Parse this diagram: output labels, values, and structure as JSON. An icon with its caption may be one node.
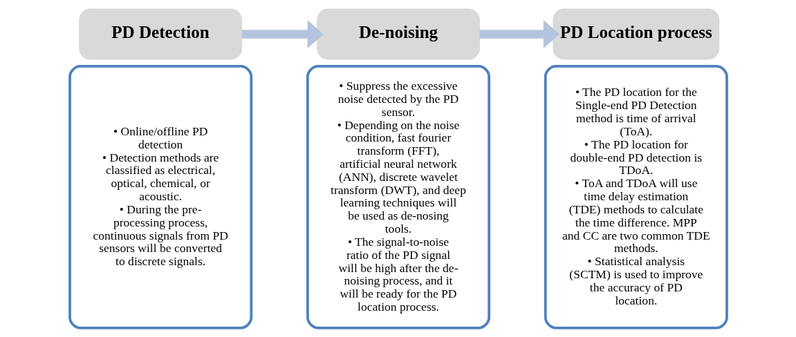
{
  "diagram": {
    "nodes": [
      {
        "text": [
          "PD Detection"
        ]
      },
      {
        "text": [
          "• Online/offline PD detection",
          "• Detection methods are classified as electrical, optical, chemical, or acoustic.",
          "• During the pre-processing process, continuous signals from PD sensors will be converted to discrete signals."
        ]
      },
      {
        "text": [
          "De-noising"
        ]
      },
      {
        "text": [
          "• Suppress the excessive noise detected by the PD sensor.",
          "• Depending on the noise condition, fast fourier transform (FFT), artificial neural network (ANN), discrete wavelet transform (DWT), and deep learning techniques will be used as de-nosing tools.",
          "• The signal-to-noise ratio of the PD signal will be high after the de-noising process, and it will be ready for the PD location process."
        ]
      },
      {
        "text": [
          "PD Location process"
        ]
      },
      {
        "text": [
          "• The PD location for the Single-end PD Detection method is time of arrival (ToA).",
          "• The PD location for double-end PD detection is TDoA.",
          "• ToA and TDoA will use time delay estimation (TDE) methods to calculate the time difference. MPP and CC are two common TDE methods.",
          "• Statistical analysis (SCTM) is used to improve the accuracy of PD location."
        ]
      }
    ],
    "edges": [
      {
        "from": 0,
        "to": 2,
        "arrow": "to"
      },
      {
        "from": 2,
        "to": 4,
        "arrow": "to"
      }
    ]
  }
}
